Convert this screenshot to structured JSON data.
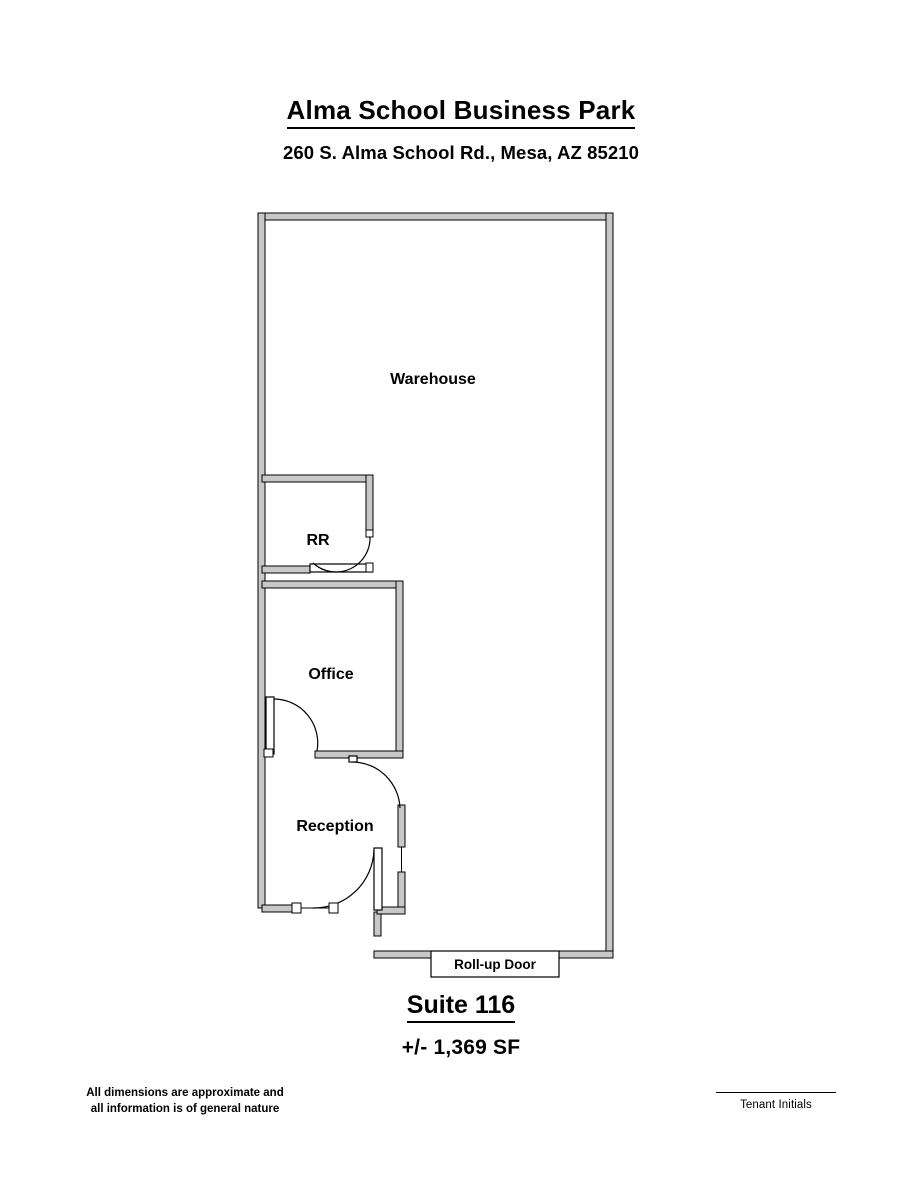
{
  "document": {
    "type": "floor-plan",
    "title": "Alma School Business Park",
    "address": "260 S. Alma School Rd., Mesa, AZ  85210"
  },
  "plan": {
    "rooms": [
      {
        "id": "warehouse",
        "label": "Warehouse"
      },
      {
        "id": "restroom",
        "label": "RR"
      },
      {
        "id": "office",
        "label": "Office"
      },
      {
        "id": "reception",
        "label": "Reception"
      }
    ],
    "openings": [
      {
        "id": "roll-up-door",
        "label": "Roll-up Door"
      }
    ],
    "colors": {
      "wall_fill": "#c8c8c8",
      "wall_stroke": "#000000",
      "floor_fill": "#ffffff",
      "door_arc": "#000000"
    }
  },
  "suite": {
    "name": "Suite 116",
    "area": "+/- 1,369 SF"
  },
  "footer": {
    "disclaimer_line1": "All dimensions are approximate and",
    "disclaimer_line2": "all information is of general nature",
    "initials_label": "Tenant Initials"
  }
}
